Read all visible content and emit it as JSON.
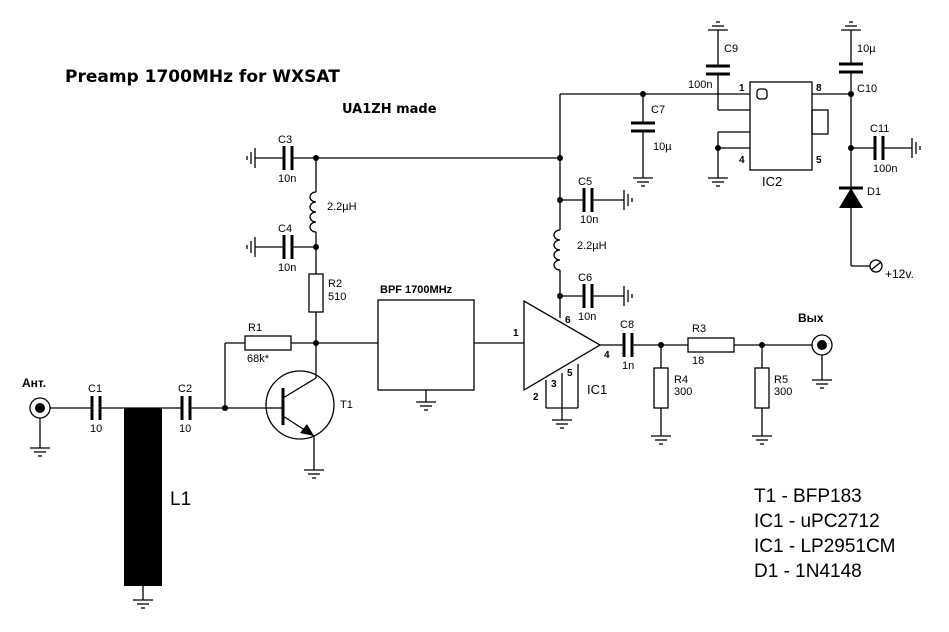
{
  "title": "Preamp 1700MHz for WXSAT",
  "author": "UA1ZH made",
  "labels": {
    "ant": "Ант.",
    "out": "Вых",
    "supply": "+12v.",
    "bpf": "BPF 1700MHz",
    "ic1": "IC1",
    "ic2": "IC2",
    "l1": "L1",
    "t1": "T1",
    "d1": "D1"
  },
  "components": {
    "c1": {
      "ref": "C1",
      "value": "10"
    },
    "c2": {
      "ref": "C2",
      "value": "10"
    },
    "c3": {
      "ref": "C3",
      "value": "10n"
    },
    "c4": {
      "ref": "C4",
      "value": "10n"
    },
    "c5": {
      "ref": "C5",
      "value": "10n"
    },
    "c6": {
      "ref": "C6",
      "value": "10n"
    },
    "c7": {
      "ref": "C7",
      "value": "10µ"
    },
    "c8": {
      "ref": "C8",
      "value": "1n"
    },
    "c9": {
      "ref": "C9",
      "value": "100n"
    },
    "c10": {
      "ref": "C10",
      "value": "10µ"
    },
    "c11": {
      "ref": "C11",
      "value": "100n"
    },
    "r1": {
      "ref": "R1",
      "value": "68k*"
    },
    "r2": {
      "ref": "R2",
      "value": "510"
    },
    "r3": {
      "ref": "R3",
      "value": "18"
    },
    "r4": {
      "ref": "R4",
      "value": "300"
    },
    "r5": {
      "ref": "R5",
      "value": "300"
    },
    "l_left": {
      "value": "2.2µH"
    },
    "l_right": {
      "value": "2.2µH"
    }
  },
  "pins": {
    "ic1_in": "1",
    "ic1_gnd_a": "2",
    "ic1_gnd_b": "3",
    "ic1_out": "4",
    "ic1_gnd_c": "5",
    "ic1_vcc": "6",
    "ic2_p1": "1",
    "ic2_p4": "4",
    "ic2_p5": "5",
    "ic2_p8": "8"
  },
  "parts_list": [
    "T1 - BFP183",
    "IC1 - uPC2712",
    "IC1 - LP2951CM",
    "D1 - 1N4148"
  ]
}
